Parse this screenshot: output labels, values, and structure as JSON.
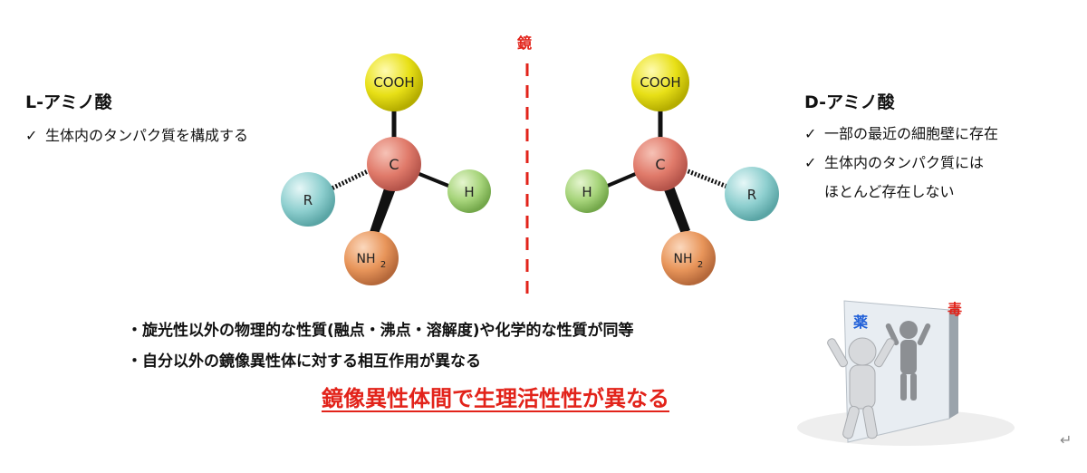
{
  "mirror_label": "鏡",
  "left": {
    "title": "L-アミノ酸",
    "items": [
      "生体内のタンパク質を構成する"
    ],
    "atoms": {
      "top": "COOH",
      "center": "C",
      "left": "R",
      "right": "H",
      "bottom": "NH",
      "bottom_sub": "2"
    }
  },
  "right": {
    "title": "D-アミノ酸",
    "items": [
      "一部の最近の細胞壁に存在",
      "生体内のタンパク質には"
    ],
    "item_continuation": "ほとんど存在しない",
    "atoms": {
      "top": "COOH",
      "center": "C",
      "left": "H",
      "right": "R",
      "bottom": "NH",
      "bottom_sub": "2"
    }
  },
  "check_mark": "✓",
  "bullets": [
    "・旋光性以外の物理的な性質(融点・沸点・溶解度)や化学的な性質が同等",
    "・自分以外の鏡像異性体に対する相互作用が異なる"
  ],
  "conclusion": "鏡像異性体間で生理活性性が異なる",
  "illustration": {
    "label_left": "薬",
    "label_right": "毒"
  },
  "nav_mark": "↵",
  "colors": {
    "cooh": "#e8e017",
    "carbon": "#e07a6a",
    "r_group": "#8ecfcf",
    "hydrogen": "#a6d47a",
    "nh2": "#e8955a",
    "accent_red": "#e2231a",
    "blue_label": "#1f5fd8"
  }
}
